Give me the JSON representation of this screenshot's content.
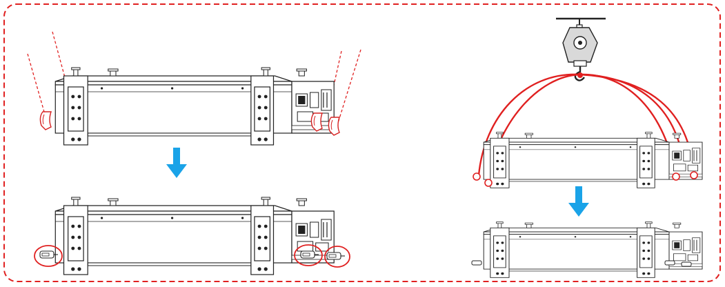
{
  "diagram": {
    "frame": {
      "style": "dashed rounded border",
      "color": "#e02020"
    },
    "colors": {
      "arrow": "#1aa3e8",
      "highlight": "#e02020",
      "line_art": "#222222"
    },
    "left_panel": {
      "step_before": {
        "state": "lifting handles raised",
        "icons": [
          "battery-module-icon",
          "handle-icon"
        ]
      },
      "arrow": "down-arrow-icon",
      "step_after": {
        "state": "lifting handles folded and circled",
        "icons": [
          "battery-module-icon",
          "folded-handle-icon"
        ]
      }
    },
    "right_panel": {
      "step_before": {
        "state": "module hoisted by crane hook with lifting straps",
        "icons": [
          "crane-pulley-icon",
          "crane-hook-icon",
          "lifting-strap-icon",
          "battery-module-icon"
        ]
      },
      "arrow": "down-arrow-icon",
      "step_after": {
        "state": "module set down, straps removed",
        "icons": [
          "battery-module-icon"
        ]
      }
    }
  }
}
